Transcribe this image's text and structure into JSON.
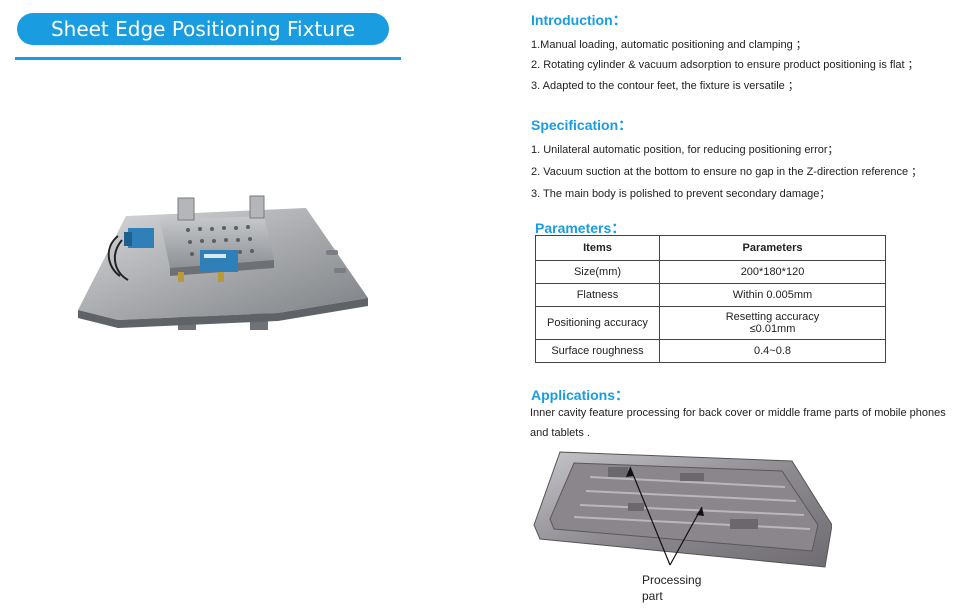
{
  "title": "Sheet Edge Positioning Fixture",
  "introduction": {
    "heading": "Introduction：",
    "items": [
      "1.Manual loading, automatic positioning and clamping ；",
      "2. Rotating cylinder & vacuum adsorption to ensure product positioning is flat ；",
      "3. Adapted to the contour feet, the fixture is versatile ；"
    ]
  },
  "specification": {
    "heading": "Specification：",
    "items": [
      "1. Unilateral automatic position, for reducing positioning error；",
      "2. Vacuum suction at the bottom to ensure no gap in the Z-direction reference ；",
      "3. The main body is polished to prevent secondary damage；"
    ]
  },
  "parameters": {
    "heading": "Parameters：",
    "headers": [
      "Items",
      "Parameters"
    ],
    "rows": [
      {
        "item": "Size(mm)",
        "value": "200*180*120"
      },
      {
        "item": "Flatness",
        "value": "Within 0.005mm"
      },
      {
        "item": "Positioning accuracy",
        "value_line1": "Resetting accuracy",
        "value_line2": "≤0.01mm"
      },
      {
        "item": "Surface roughness",
        "value": "0.4~0.8"
      }
    ]
  },
  "applications": {
    "heading": "Applications：",
    "line1": "Inner cavity feature processing for back cover or middle frame parts of mobile phones",
    "line2": "and tablets .",
    "callout_line1": "Processing",
    "callout_line2": "part"
  },
  "colors": {
    "accent": "#1a9de0"
  }
}
